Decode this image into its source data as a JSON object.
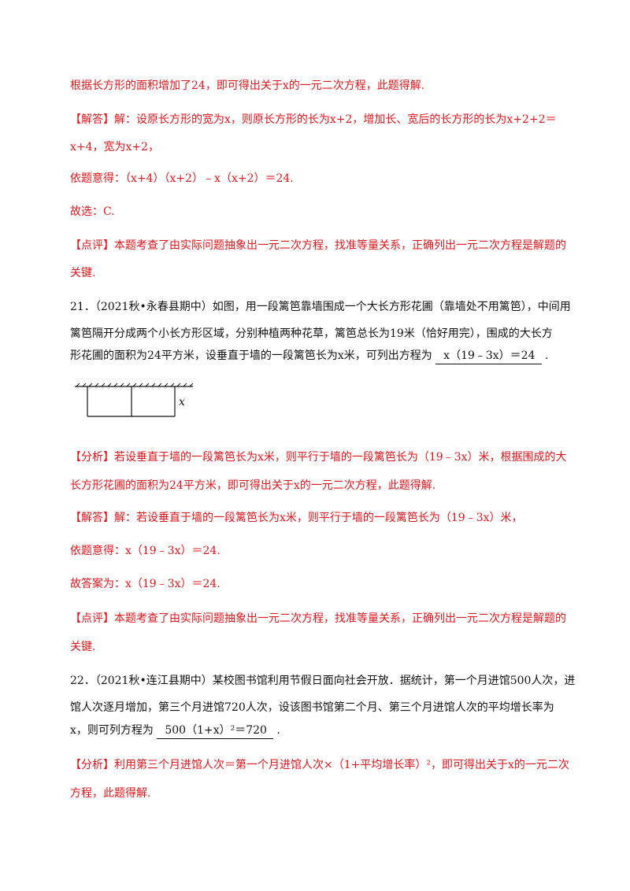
{
  "prev": {
    "analysis_cont": "根据长方形的面积增加了24，即可得出关于x的一元二次方程，此题得解.",
    "answer_1": "【解答】解：设原长方形的宽为x，则原长方形的长为x+2，增加长、宽后的长方形的长为x+2+2＝",
    "answer_2": "x+4，宽为x+2，",
    "answer_3": "依题意得：（x+4）（x+2）﹣x（x+2）＝24.",
    "answer_4": "故选：C.",
    "comment_1": "【点评】本题考查了由实际问题抽象出一元二次方程，找准等量关系，正确列出一元二次方程是解题的",
    "comment_2": "关键."
  },
  "q21": {
    "line1": "21．（2021秋•永春县期中）如图，用一段篱笆靠墙围成一个大长方形花圃（靠墙处不用篱笆），中间用",
    "line2": "篱笆隔开分成两个小长方形区域，分别种植两种花草，篱笆总长为19米（恰好用完），围成的大长方",
    "line3_pre": "形花圃的面积为24平方米，设垂直于墙的一段篱笆长为x米，可列出方程为",
    "blank": "x（19﹣3x）＝24",
    "line3_post": ".",
    "fig_label": "x",
    "analysis_1": "【分析】若设垂直于墙的一段篱笆长为x米，则平行于墙的一段篱笆长为（19﹣3x）米，根据围成的大",
    "analysis_2": "长方形花圃的面积为24平方米，即可得出关于x的一元二次方程，此题得解.",
    "answer_1": "【解答】解：若设垂直于墙的一段篱笆长为x米，则平行于墙的一段篱笆长为（19﹣3x）米，",
    "answer_2": "依题意得：x（19﹣3x）＝24.",
    "answer_3": "故答案为：x（19﹣3x）＝24.",
    "comment_1": "【点评】本题考查了由实际问题抽象出一元二次方程，找准等量关系，正确列出一元二次方程是解题的",
    "comment_2": "关键."
  },
  "q22": {
    "line1": "22．（2021秋•连江县期中）某校图书馆利用节假日面向社会开放．据统计，第一个月进馆500人次，进",
    "line2": "馆人次逐月增加，第三个月进馆720人次，设该图书馆第二个月、第三个月进馆人次的平均增长率为",
    "line3_pre": "x，则可列方程为",
    "blank": "500（1+x）²＝720",
    "line3_post": ".",
    "analysis_1": "【分析】利用第三个月进馆人次＝第一个月进馆人次×（1+平均增长率）²，即可得出关于x的一元二次",
    "analysis_2": "方程，此题得解."
  }
}
